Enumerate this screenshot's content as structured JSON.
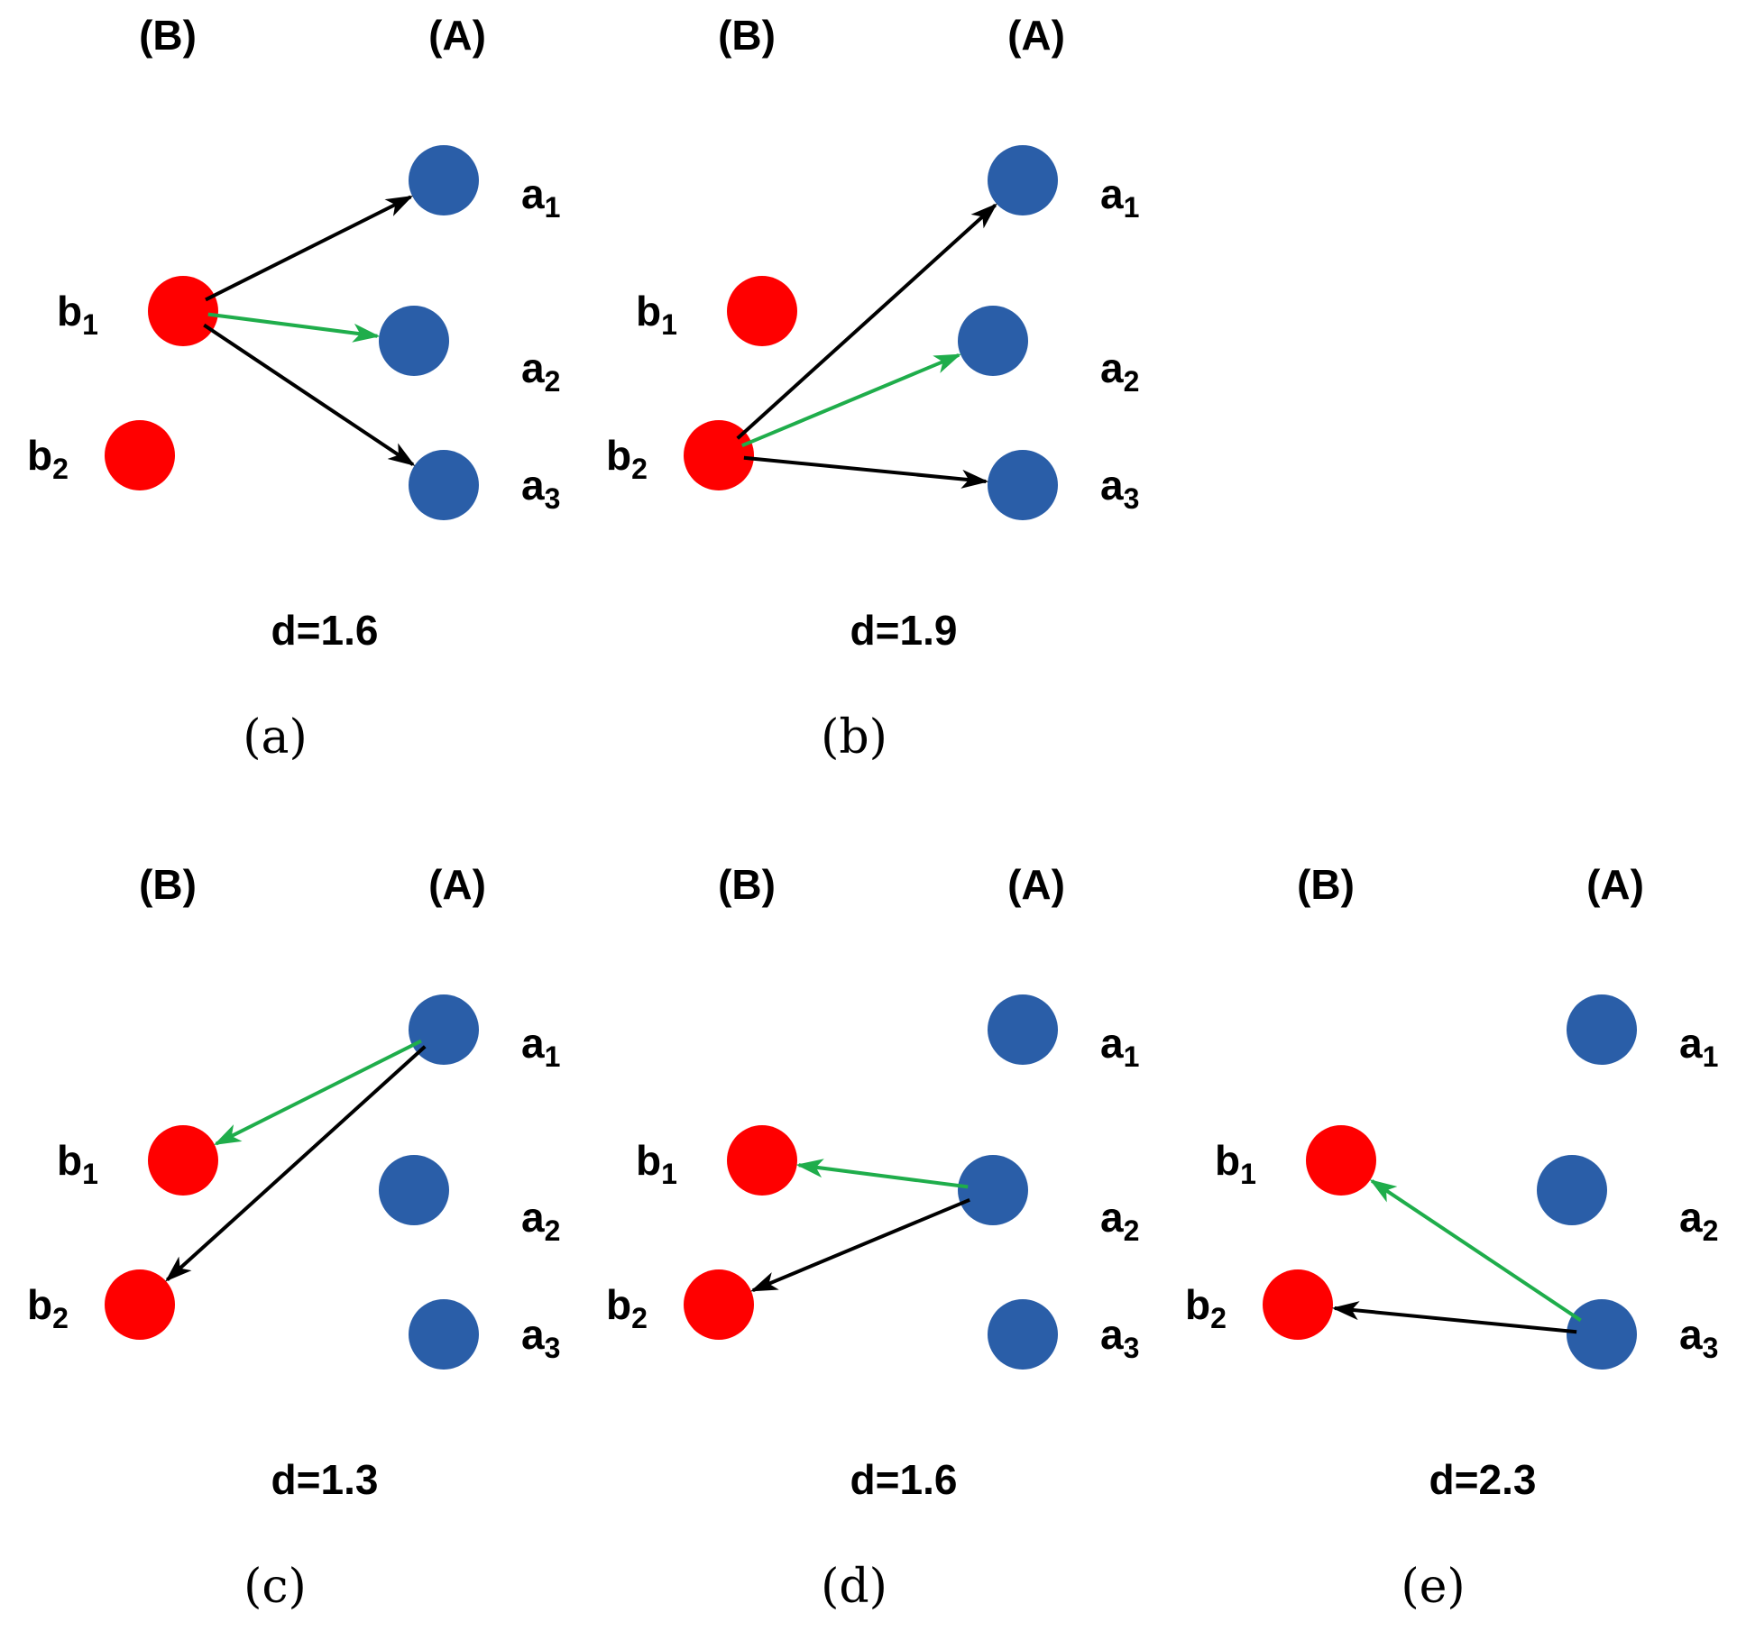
{
  "colors": {
    "set_b": "#ff0000",
    "set_a": "#2a5ea8",
    "arrow_black": "#000000",
    "arrow_green": "#1fad4b"
  },
  "headers": {
    "B": "(B)",
    "A": "(A)"
  },
  "node_labels": {
    "b1": {
      "letter": "b",
      "sub": "1"
    },
    "b2": {
      "letter": "b",
      "sub": "2"
    },
    "a1": {
      "letter": "a",
      "sub": "1"
    },
    "a2": {
      "letter": "a",
      "sub": "2"
    },
    "a3": {
      "letter": "a",
      "sub": "3"
    }
  },
  "panels": [
    {
      "id": "a",
      "caption": "(a)",
      "distance": "d=1.6",
      "arrows": [
        {
          "from": "b1",
          "to": "a1",
          "color": "black"
        },
        {
          "from": "b1",
          "to": "a2",
          "color": "green"
        },
        {
          "from": "b1",
          "to": "a3",
          "color": "black"
        }
      ]
    },
    {
      "id": "b",
      "caption": "(b)",
      "distance": "d=1.9",
      "arrows": [
        {
          "from": "b2",
          "to": "a1",
          "color": "black"
        },
        {
          "from": "b2",
          "to": "a2",
          "color": "green"
        },
        {
          "from": "b2",
          "to": "a3",
          "color": "black"
        }
      ]
    },
    {
      "id": "c",
      "caption": "(c)",
      "distance": "d=1.3",
      "arrows": [
        {
          "from": "a1",
          "to": "b1",
          "color": "green"
        },
        {
          "from": "a1",
          "to": "b2",
          "color": "black"
        }
      ]
    },
    {
      "id": "d",
      "caption": "(d)",
      "distance": "d=1.6",
      "arrows": [
        {
          "from": "a2",
          "to": "b1",
          "color": "green"
        },
        {
          "from": "a2",
          "to": "b2",
          "color": "black"
        }
      ]
    },
    {
      "id": "e",
      "caption": "(e)",
      "distance": "d=2.3",
      "arrows": [
        {
          "from": "a3",
          "to": "b1",
          "color": "green"
        },
        {
          "from": "a3",
          "to": "b2",
          "color": "black"
        }
      ]
    }
  ]
}
